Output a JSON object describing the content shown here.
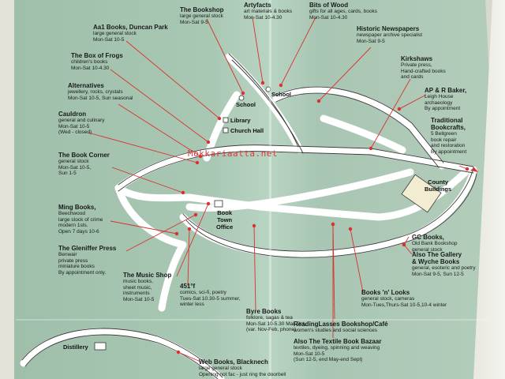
{
  "watermark": "Mokkariaatta.net",
  "places": {
    "school_1": "School",
    "school_2": "School",
    "library": "Library",
    "church_hall": "Church Hall",
    "book_town_office": "Book\nTown\nOffice",
    "county_buildings": "County\nBuildings",
    "distillery": "Distillery"
  },
  "shops": [
    {
      "id": "bookshop",
      "title": "The Bookshop",
      "details": "large general stock\nMon-Sat 9-5"
    },
    {
      "id": "artyfacts",
      "title": "Artyfacts",
      "details": "art materials & books\nMon-Sat 10-4.30"
    },
    {
      "id": "bits-of-wood",
      "title": "Bits of Wood",
      "details": "gifts for all ages, cards, books\nMon-Sat 10-4.30"
    },
    {
      "id": "aa1-books",
      "title": "Aa1 Books,",
      "inline": " Duncan Park",
      "details": "large general stock\nMon-Sat 10-5"
    },
    {
      "id": "historic-newspapers",
      "title": "Historic Newspapers",
      "details": "newspaper archive specialist\nMon-Sat 9-5"
    },
    {
      "id": "box-of-frogs",
      "title": "The Box of Frogs",
      "details": "children's books\nMon-Sat 10-4.30"
    },
    {
      "id": "kirkshaws",
      "title": "Kirkshaws",
      "details": "Private press,\nHand-crafted books\nand cards"
    },
    {
      "id": "alternatives",
      "title": "Alternatives",
      "details": "jewellery, rocks, crystals\nMon-Sat 10-5, Sun seasonal"
    },
    {
      "id": "ap-r-baker",
      "title": "AP & R Baker,",
      "details": "Leigh House\narchaeology\nBy appointment"
    },
    {
      "id": "cauldron",
      "title": "Cauldron",
      "details": "general and culinary\nMon-Sat 10-5\n(Wed - closed)"
    },
    {
      "id": "traditional-bookcrafts",
      "title": "Traditional\nBookcrafts,",
      "details": "5 Bellgreen\nbook repair\nand restoration\nBy appointment"
    },
    {
      "id": "book-corner",
      "title": "The Book Corner",
      "details": "general stock\nMon-Sat 10-5,\nSun 1-5"
    },
    {
      "id": "ming-books",
      "title": "Ming Books,",
      "details": "Beechwood\nlarge stock of crime\nmodern 1sts.\nOpen 7 days 10-6"
    },
    {
      "id": "gleniffer-press",
      "title": "The Gleniffer Press",
      "details": "Benwair\nprivate press\nminiature books\nBy appointment only."
    },
    {
      "id": "music-shop",
      "title": "The Music Shop",
      "details": "music books,\nsheet music,\ninstruments\nMon-Sat 10-5"
    },
    {
      "id": "451f",
      "title": "451°f",
      "details": "comics, sci-fi, poetry\nTues-Sat 10.30-5 summer,\nwinter less"
    },
    {
      "id": "byre-books",
      "title": "Byre Books",
      "details": "folklore, sagas & tea\nMon-Sat 10-5.30 Mar-Oct,\n(var. Nov-Feb, phone)"
    },
    {
      "id": "gc-books",
      "title": "GC Books,",
      "details": "Old Bank Bookshop\ngeneral stock"
    },
    {
      "id": "gc-also",
      "title": "Also The Gallery\n& Wyche Books",
      "details": "general, esoteric and poetry\nMon-Sat 9-5, Sun 12-5"
    },
    {
      "id": "books-n-looks",
      "title": "Books 'n' Looks",
      "details": "general stock, cameras\nMon-Tues,Thurs-Sat 10-5,10-4 winter"
    },
    {
      "id": "readinglasses",
      "title": "ReadingLasses Bookshop/Café",
      "details": "women's studies and social sciences"
    },
    {
      "id": "textile-bazaar",
      "title": "Also The Textile Book Bazaar",
      "details": "textiles, dyeing, spinning and weaving\nMon-Sat 10-5\n(Sun 12-5, end May-end Sept)"
    },
    {
      "id": "web-books",
      "title": "Web Books,",
      "inline": " Blacknech",
      "details": "large general stock\nOpening not fac - just ring the doorbell"
    }
  ],
  "colors": {
    "marker": "#d8322e",
    "road": "#ffffff",
    "pointer": "#d8322e",
    "map": "#a9c8b4"
  }
}
